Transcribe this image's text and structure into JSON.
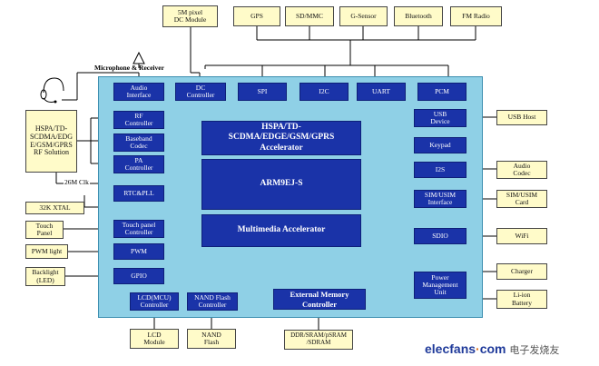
{
  "soc": {
    "core": {
      "accelerator_hspa": "HSPA/TD-\nSCDMA/EDGE/GSM/GPRS\nAccelerator",
      "arm": "ARM9EJ-S",
      "multimedia": "Multimedia Accelerator",
      "external_memory": "External Memory\nController"
    },
    "top_blocks": {
      "audio_interface": "Audio\nInterface",
      "dc_controller": "DC\nController",
      "spi": "SPI",
      "i2c": "I2C",
      "uart": "UART",
      "pcm": "PCM"
    },
    "left_blocks": {
      "rf_controller": "RF\nController",
      "baseband_codec": "Baseband\nCodec",
      "pa_controller": "PA\nController",
      "rtc_pll": "RTC&PLL",
      "touch_panel_controller": "Touch panel\nController",
      "pwm": "PWM",
      "gpio": "GPIO"
    },
    "bottom_blocks": {
      "lcd_controller": "LCD(MCU)\nController",
      "nand_controller": "NAND Flash\nController"
    },
    "right_blocks": {
      "usb_device": "USB\nDevice",
      "keypad": "Keypad",
      "i2s": "I2S",
      "sim_interface": "SIM/USIM\nInterface",
      "sdio": "SDIO",
      "power_management": "Power\nManagement\nUnit"
    }
  },
  "external": {
    "dc_module": "5M pixel\nDC Module",
    "gps": "GPS",
    "sdmmc": "SD/MMC",
    "gsensor": "G-Sensor",
    "bluetooth": "Bluetooth",
    "fm_radio": "FM Radio",
    "rf_solution": "HSPA/TD-\nSCDMA/EDG\nE/GSM/GPRS\nRF Solution",
    "xtal": "32K XTAL",
    "touch_panel": "Touch\nPanel",
    "pwm_light": "PWM light",
    "backlight": "Backlight\n(LED)",
    "lcd_module": "LCD\nModule",
    "nand_flash": "NAND\nFlash",
    "usb_host": "USB Host",
    "audio_codec": "Audio\nCodec",
    "sim_card": "SIM/USIM\nCard",
    "wifi": "WiFi",
    "charger": "Charger",
    "battery": "Li-ion\nBattery"
  },
  "labels": {
    "mic_receiver": "Microphone & Receiver",
    "clk": "26M Clk",
    "memory_types": "DDR/SRAM/pSRAM\n/SDRAM"
  },
  "watermark": {
    "brand": "elecfans",
    "dot": "·",
    "tld": "com",
    "cn": "电子发烧友"
  },
  "colors": {
    "soc_fill": "#8fd0e6",
    "block_fill": "#1a33a8",
    "external_fill": "#fffbc9"
  }
}
